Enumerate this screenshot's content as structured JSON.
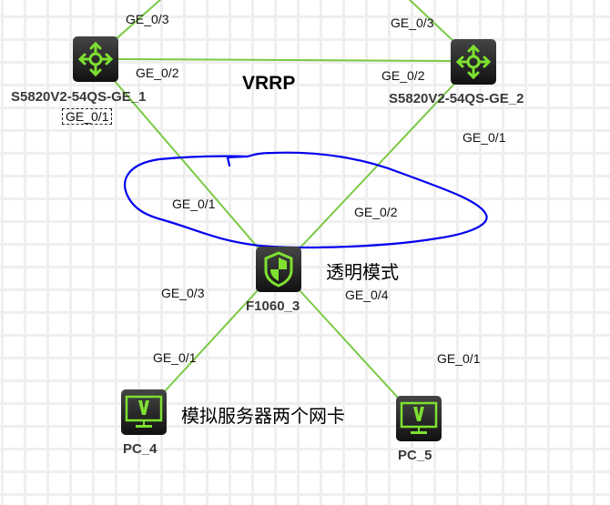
{
  "colors": {
    "link": "#7ac943",
    "annotation": "#0000ee",
    "icon_accent": "#7ee030"
  },
  "devices": [
    {
      "id": "sw1",
      "type": "switch",
      "name": "S5820V2-54QS-GE_1"
    },
    {
      "id": "sw2",
      "type": "switch",
      "name": "S5820V2-54QS-GE_2"
    },
    {
      "id": "fw",
      "type": "firewall",
      "name": "F1060_3"
    },
    {
      "id": "pc4",
      "type": "pc",
      "name": "PC_4"
    },
    {
      "id": "pc5",
      "type": "pc",
      "name": "PC_5"
    }
  ],
  "links": [
    {
      "from": "sw1",
      "to": "off-canvas-top",
      "from_port": "GE_0/3"
    },
    {
      "from": "sw2",
      "to": "off-canvas-top",
      "from_port": "GE_0/3"
    },
    {
      "from": "sw1",
      "to": "sw2",
      "from_port": "GE_0/2",
      "to_port": "GE_0/2"
    },
    {
      "from": "sw1",
      "to": "fw",
      "from_port": "GE_0/1",
      "to_port": "GE_0/1"
    },
    {
      "from": "sw2",
      "to": "fw",
      "from_port": "GE_0/1",
      "to_port": "GE_0/2"
    },
    {
      "from": "fw",
      "to": "pc4",
      "from_port": "GE_0/3",
      "to_port": "GE_0/1"
    },
    {
      "from": "fw",
      "to": "pc5",
      "from_port": "GE_0/4",
      "to_port": "GE_0/1"
    }
  ],
  "port_labels": {
    "sw1_top": "GE_0/3",
    "sw2_top": "GE_0/3",
    "sw1_right": "GE_0/2",
    "sw2_left": "GE_0/2",
    "sw1_bottom": "GE_0/1",
    "sw2_bottom": "GE_0/1",
    "fw_left_up": "GE_0/1",
    "fw_right_up": "GE_0/2",
    "fw_left_down": "GE_0/3",
    "fw_right_down": "GE_0/4",
    "pc4_top": "GE_0/1",
    "pc5_top": "GE_0/1"
  },
  "annotations": {
    "vrrp": "VRRP",
    "transparent_mode": "透明模式",
    "server_dual_nic": "模拟服务器两个网卡"
  }
}
